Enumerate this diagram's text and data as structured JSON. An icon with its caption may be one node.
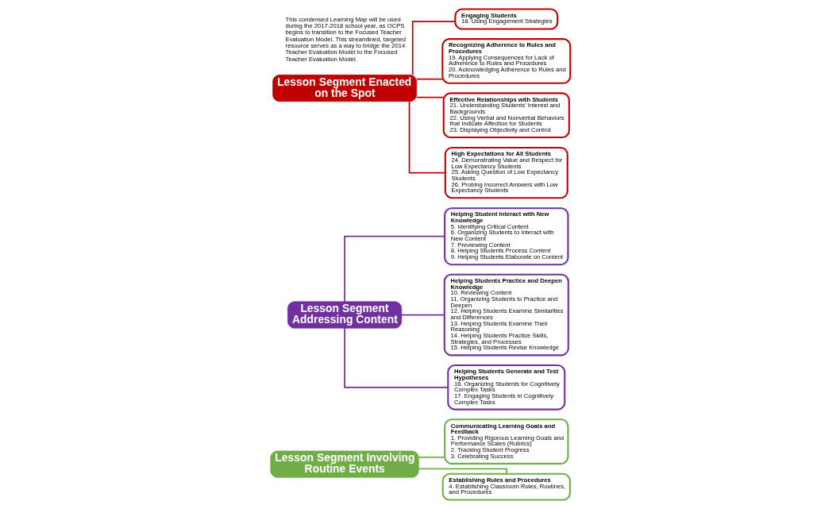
{
  "diagram": {
    "nodes": [
      {
        "text": [
          "Lesson Segment Involving Routine Events"
        ]
      },
      {
        "text": [
          "Communicating Learning Goals and Feedback",
          "1. Providing Rigorous Learning Goals and Performance Scales (Rubrics)",
          "2. Tracking Student Progress",
          "3. Celebrating Success"
        ]
      },
      {
        "text": [
          "Establishing Rules and Procedures",
          "4. Establishing Classroom Rules, Routines, and Procedures"
        ]
      },
      {
        "text": [
          "Lesson Segment Addressing Content"
        ]
      },
      {
        "text": [
          "Helping Student Interact with New Knowledge",
          "5. Identifying Critical Content",
          "6. Organizing Students to Interact with New Content",
          "7. Previewing Content",
          "8. Helping Students Process Content",
          "9. Helping Students Elaborate on Content"
        ]
      },
      {
        "text": [
          "Helping Students Practice and Deepen Knowledge",
          "10. Reviewing Content",
          "11. Organizing Students to Practice and Deepen",
          "12. Helping Students Examine Similarities and Differences",
          "13. Helping Students Examine Their Reasoning",
          "14. Helping Students Practice Skills, Strategies, and Processes",
          "15. Helping Students Revise Knowledge"
        ]
      },
      {
        "text": [
          "Helping Students Generate and Test Hypotheses",
          "16. Organizing Students for Cognitively Complex Tasks",
          "17. Engaging Students in Cognitively Complex Tasks"
        ]
      },
      {
        "text": [
          "Lesson Segment Enacted on the Spot"
        ]
      },
      {
        "text": [
          "Engaging Students",
          "18. Using Engagement Strategies"
        ]
      },
      {
        "text": [
          "Recognizing Adherence to Rules and Procedures",
          "19. Applying Consequences for Lack of Adherence to Rules and Procedures",
          "20. Acknowledging Adherence to Rules and Procedures"
        ]
      },
      {
        "text": [
          "Effective Relationships with Students",
          "21. Understanding Students’ Interest and Backgrounds",
          "22. Using Verbal and Nonverbal Behaviors that Indicate Affection for Students",
          "23. Displaying Objectivity and Control"
        ]
      },
      {
        "text": [
          "High Expectations for All Students",
          "24. Demonstrating Value and Respect for Low Expectancy Students",
          "25. Asking Question of Low Expectancy Students",
          "26. Probing Incorrect Answers with Low Expectancy Students"
        ]
      }
    ],
    "edges": [
      {
        "from": 0,
        "to": 1,
        "arrow": "none",
        "color": "#70ad47"
      },
      {
        "from": 0,
        "to": 2,
        "arrow": "none",
        "color": "#70ad47"
      },
      {
        "from": 3,
        "to": 4,
        "arrow": "none",
        "color": "#7030a0"
      },
      {
        "from": 3,
        "to": 5,
        "arrow": "none",
        "color": "#7030a0"
      },
      {
        "from": 3,
        "to": 6,
        "arrow": "none",
        "color": "#7030a0"
      },
      {
        "from": 7,
        "to": 8,
        "arrow": "none",
        "color": "#c00000"
      },
      {
        "from": 7,
        "to": 9,
        "arrow": "none",
        "color": "#c00000"
      },
      {
        "from": 7,
        "to": 10,
        "arrow": "none",
        "color": "#c00000"
      },
      {
        "from": 7,
        "to": 11,
        "arrow": "none",
        "color": "#c00000"
      }
    ],
    "labels": [
      "This condensed Learning Map will be used during the 2017-2018 school year, as OCPS begins to transition to the Focused Teacher Evaluation Model. This streamlined, targeted resource serves as a way to bridge the 2014 Teacher Evaluation Model to the Focused Teacher Evaluation Model."
    ]
  }
}
